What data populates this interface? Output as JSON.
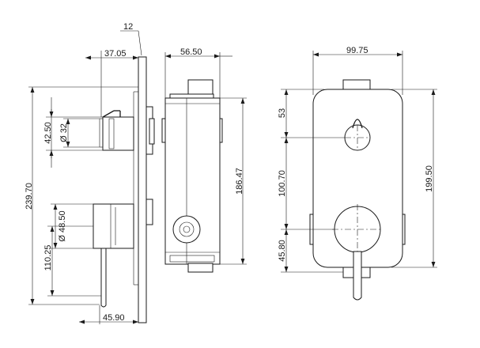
{
  "diagram": {
    "side_view": {
      "dims": {
        "plate_thickness": "12",
        "top_depth": "37.05",
        "upper_knob_height": "42.50",
        "upper_knob_dia": "Ø 32",
        "total_height": "239.70",
        "lower_knob_dia": "Ø 48.50",
        "lower_offset": "110.25",
        "bottom_depth": "45.90"
      }
    },
    "body_view": {
      "dims": {
        "width": "56.50",
        "height": "186.47"
      }
    },
    "front_view": {
      "dims": {
        "width": "99.75",
        "top_to_diverter": "53",
        "diverter_to_mixer": "100.70",
        "mixer_to_bottom": "45.80",
        "total_height": "199.50"
      }
    }
  }
}
